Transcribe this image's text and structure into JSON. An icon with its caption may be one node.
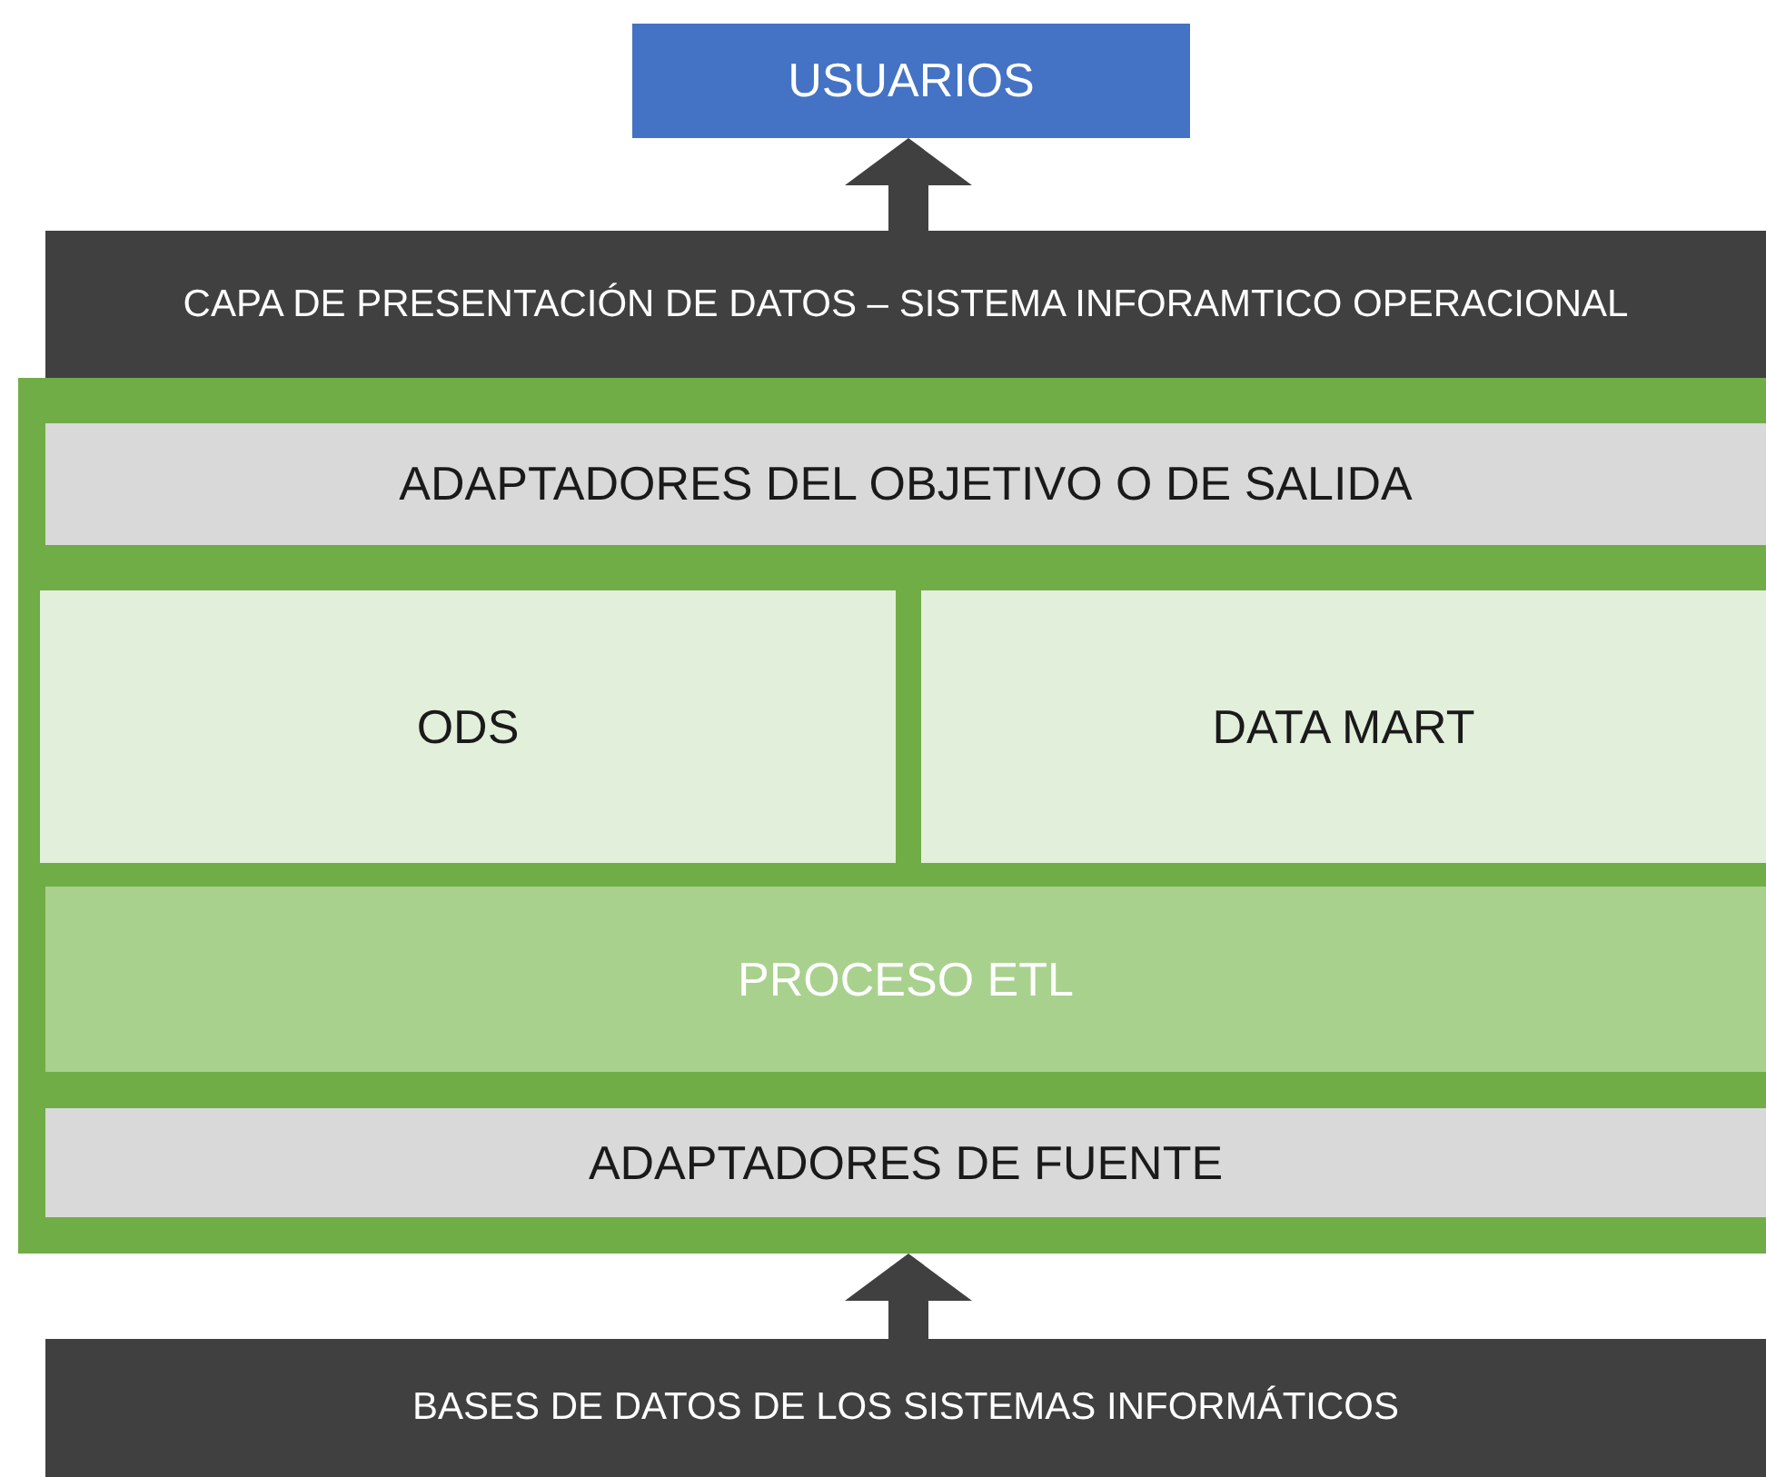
{
  "diagram": {
    "nodes": [
      {
        "text": [
          "USUARIOS"
        ]
      },
      {
        "text": [
          "CAPA DE PRESENTACIÓN DE DATOS – SISTEMA INFORAMTICO OPERACIONAL"
        ]
      },
      {
        "text": [],
        "shape": "box"
      },
      {
        "text": [
          "ADAPTADORES DEL OBJETIVO O DE SALIDA"
        ],
        "in": 2
      },
      {
        "text": [
          "ODS"
        ],
        "in": 2
      },
      {
        "text": [
          "DATA MART"
        ],
        "in": 2
      },
      {
        "text": [
          "PROCESO ETL"
        ],
        "in": 2
      },
      {
        "text": [
          "ADAPTADORES DE FUENTE"
        ],
        "in": 2
      },
      {
        "text": [
          "BASES DE DATOS DE LOS SISTEMAS INFORMÁTICOS"
        ]
      }
    ],
    "edges": [
      {
        "from": 1,
        "to": 0,
        "arrow": "to"
      },
      {
        "from": 8,
        "to": 2,
        "arrow": "to"
      }
    ]
  }
}
